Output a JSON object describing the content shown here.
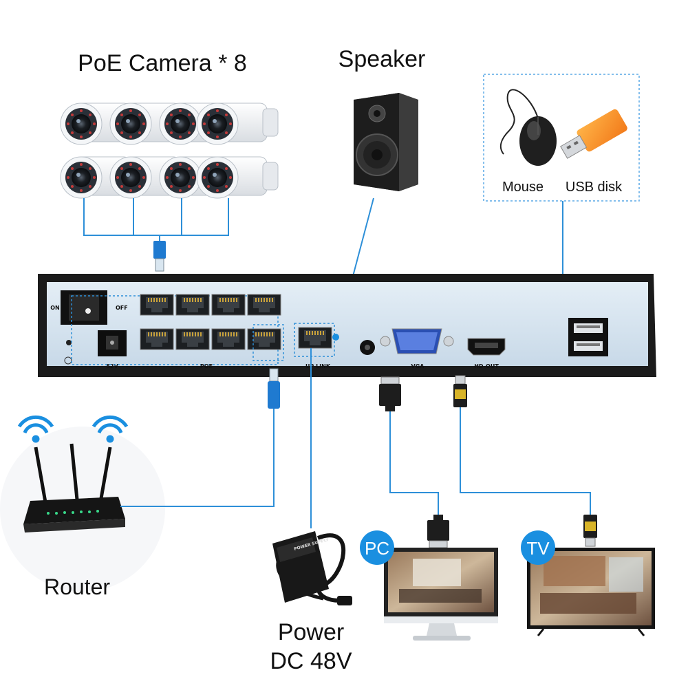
{
  "labels": {
    "cameras": "PoE Camera * 8",
    "speaker": "Speaker",
    "mouse": "Mouse",
    "usb": "USB disk",
    "router": "Router",
    "power_line1": "Power",
    "power_line2": "DC 48V",
    "pc_badge": "PC",
    "tv_badge": "TV"
  },
  "nvr": {
    "on": "ON",
    "off": "OFF",
    "dc_port": "52V",
    "poe_port": "POE",
    "uplink_port": "UP LINK",
    "vga_port": "VGA",
    "hdmi_port": "HD-OUT"
  },
  "adapter": {
    "brand": "POWER SUPPLY"
  },
  "colors": {
    "cable": "#2d8fd8",
    "badge": "#1a8fe0",
    "nvr_panel": "#d6e5f1",
    "nvr_frame": "#1b1b1b",
    "ethernet": "#1f7ad0"
  }
}
